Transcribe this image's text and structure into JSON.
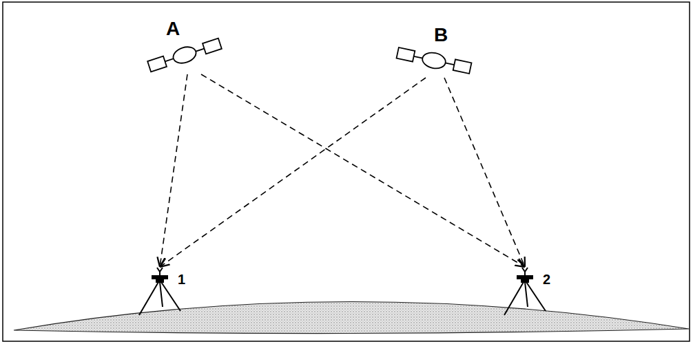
{
  "diagram": {
    "nodes": [
      {
        "text": [
          "A"
        ]
      },
      {
        "text": [
          "B"
        ]
      },
      {
        "text": [
          "1"
        ]
      },
      {
        "text": [
          "2"
        ]
      }
    ],
    "edges": [
      {
        "from": 0,
        "to": 2,
        "arrow": "to"
      },
      {
        "from": 0,
        "to": 3,
        "arrow": "to"
      },
      {
        "from": 1,
        "to": 2,
        "arrow": "to"
      },
      {
        "from": 1,
        "to": 3,
        "arrow": "to"
      }
    ]
  }
}
